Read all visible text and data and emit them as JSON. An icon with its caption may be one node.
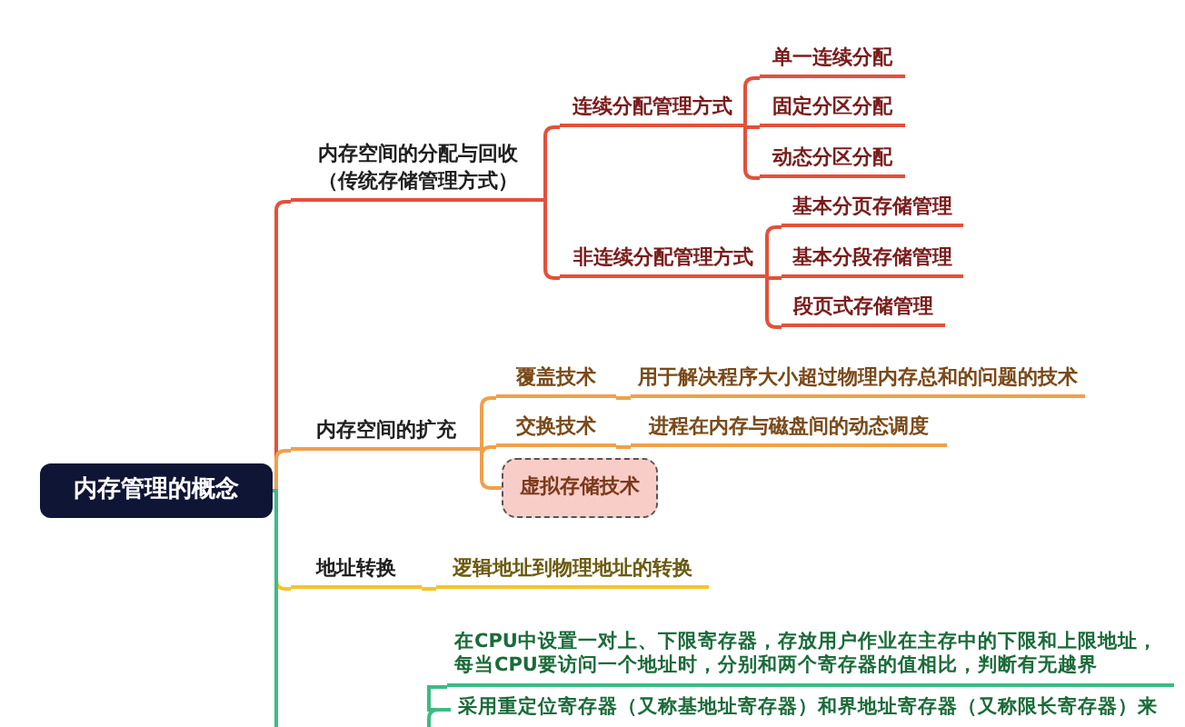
{
  "diagram": {
    "nodes": [
      {
        "text": [
          "内存管理的概念"
        ]
      },
      {
        "text": [
          "内存空间的分配与回收",
          "（传统存储管理方式）"
        ]
      },
      {
        "text": [
          "连续分配管理方式"
        ]
      },
      {
        "text": [
          "非连续分配管理方式"
        ]
      },
      {
        "text": [
          "单一连续分配"
        ]
      },
      {
        "text": [
          "固定分区分配"
        ]
      },
      {
        "text": [
          "动态分区分配"
        ]
      },
      {
        "text": [
          "基本分页存储管理"
        ]
      },
      {
        "text": [
          "基本分段存储管理"
        ]
      },
      {
        "text": [
          "段页式存储管理"
        ]
      },
      {
        "text": [
          "内存空间的扩充"
        ]
      },
      {
        "text": [
          "覆盖技术"
        ]
      },
      {
        "text": [
          "用于解决程序大小超过物理内存总和的问题的技术"
        ]
      },
      {
        "text": [
          "交换技术"
        ]
      },
      {
        "text": [
          "进程在内存与磁盘间的动态调度"
        ]
      },
      {
        "text": [
          "虚拟存储技术"
        ]
      },
      {
        "text": [
          "地址转换"
        ]
      },
      {
        "text": [
          "逻辑地址到物理地址的转换"
        ]
      },
      {
        "text": [
          "在CPU中设置一对上、下限寄存器，存放用户作业在主存中的下限和上限地址，每当CPU要访问一个地址时，分别和两个寄存器的值相比，判断有无越界"
        ]
      },
      {
        "text": [
          "采用重定位寄存器（又称基地址寄存器）和界地址寄存器（又称限长寄存器）来"
        ]
      }
    ],
    "edges": [
      {
        "from": 0,
        "to": 1,
        "arrow": "none"
      },
      {
        "from": 1,
        "to": 2,
        "arrow": "none"
      },
      {
        "from": 1,
        "to": 3,
        "arrow": "none"
      },
      {
        "from": 2,
        "to": 4,
        "arrow": "none"
      },
      {
        "from": 2,
        "to": 5,
        "arrow": "none"
      },
      {
        "from": 2,
        "to": 6,
        "arrow": "none"
      },
      {
        "from": 3,
        "to": 7,
        "arrow": "none"
      },
      {
        "from": 3,
        "to": 8,
        "arrow": "none"
      },
      {
        "from": 3,
        "to": 9,
        "arrow": "none"
      },
      {
        "from": 0,
        "to": 10,
        "arrow": "none",
        "color": "#f0a04b"
      },
      {
        "from": 10,
        "to": 11,
        "arrow": "none",
        "color": "#f0a04b"
      },
      {
        "from": 10,
        "to": 13,
        "arrow": "none",
        "color": "#f0a04b"
      },
      {
        "from": 10,
        "to": 15,
        "arrow": "none",
        "color": "#f0a04b"
      },
      {
        "from": 11,
        "to": 12,
        "arrow": "none",
        "color": "#f0a04b"
      },
      {
        "from": 13,
        "to": 14,
        "arrow": "none",
        "color": "#f0a04b"
      },
      {
        "from": 0,
        "to": 16,
        "arrow": "none",
        "color": "#f4c430"
      },
      {
        "from": 16,
        "to": 17,
        "arrow": "none",
        "color": "#f4c430"
      },
      {
        "from": 0,
        "to": null,
        "arrow": "none",
        "color": "#3dbb85"
      },
      {
        "from": 19,
        "to": 18,
        "arrow": "none",
        "color": "#3dbb85"
      },
      {
        "from": null,
        "to": 19,
        "arrow": "none",
        "color": "#3dbb85"
      }
    ]
  }
}
